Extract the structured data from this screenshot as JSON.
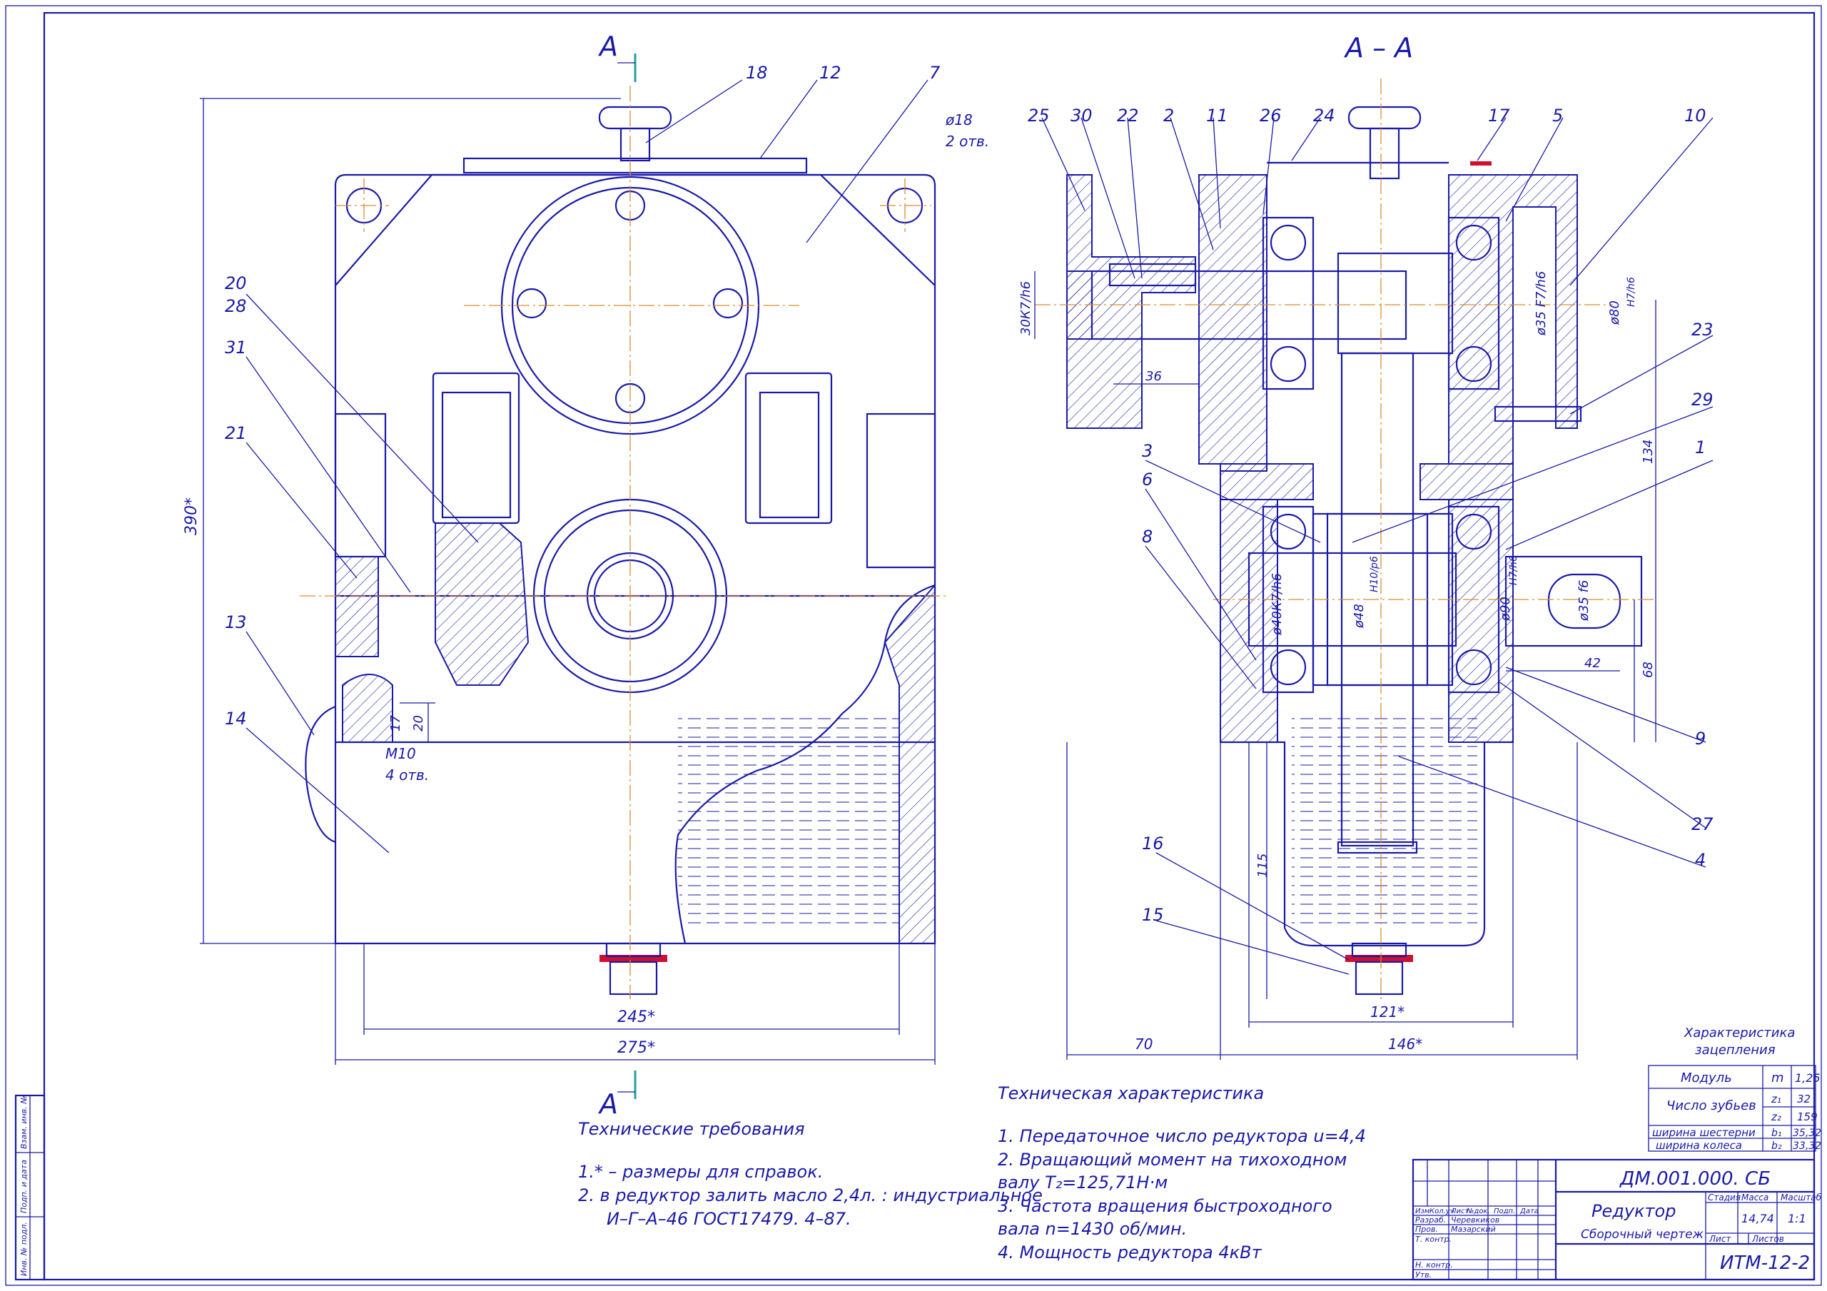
{
  "sections": {
    "cut_left_top": "А",
    "cut_left_bottom": "А",
    "section_title": "А – А"
  },
  "leaders_left": [
    "18",
    "12",
    "7",
    "20",
    "28",
    "31",
    "21",
    "13",
    "14"
  ],
  "leaders_right": [
    "25",
    "30",
    "22",
    "2",
    "11",
    "26",
    "24",
    "17",
    "5",
    "10",
    "23",
    "29",
    "1",
    "3",
    "6",
    "8",
    "9",
    "27",
    "4",
    "16",
    "15"
  ],
  "dims_left": {
    "hole_dia": "ø18",
    "hole_count": "2 отв.",
    "height": "390*",
    "thread": "M10",
    "thread_count": "4 отв.",
    "d17": "17",
    "d20": "20",
    "width_inner": "245*",
    "width_outer": "275*"
  },
  "dims_right": {
    "fit_30": "30К7/h6",
    "len_36": "36",
    "fit_35": "ø35 F7/h6",
    "fit_80": "ø80",
    "fit_80_frac": "H7/h6",
    "d134": "134",
    "fit_40": "ø40К7/h6",
    "fit_48": "ø48",
    "fit_48_frac": "H10/p6",
    "fit_90": "ø90",
    "fit_90_frac": "H7/h6",
    "fit_35b": "ø35 f6",
    "d42": "42",
    "d68": "68",
    "d115": "115",
    "d121": "121*",
    "d70": "70",
    "d146": "146*"
  },
  "mesh_table": {
    "title_line1": "Характеристика",
    "title_line2": "зацепления",
    "rows": [
      {
        "name": "Модуль",
        "sym": "m",
        "val": "1,25"
      },
      {
        "name": "Число зубьев",
        "sym": "z₁",
        "val": "32"
      },
      {
        "name": "",
        "sym": "z₂",
        "val": "159"
      },
      {
        "name": "ширина шестерни",
        "sym": "b₁",
        "val": "35,32"
      },
      {
        "name": "ширина колеса",
        "sym": "b₂",
        "val": "33,32"
      }
    ]
  },
  "tech_requirements": {
    "title": "Технические требования",
    "line1": "1.* –  размеры для справок.",
    "line2": "2. в   редуктор залить масло 2,4л. : индустриальное",
    "line3": "И–Г–А–46 ГОСТ17479. 4–87."
  },
  "tech_specs": {
    "title": "Техническая характеристика",
    "line1": "1. Передаточное число редуктора u=4,4",
    "line2": "2. Вращающий момент на тихоходном",
    "line3": "валу T₂=125,71Н·м",
    "line4": "3. Частота вращения быстроходного",
    "line5": "вала n=1430 об/мин.",
    "line6": "4. Мощность редуктора 4кВт"
  },
  "title_block": {
    "code": "ДМ.001.000. СБ",
    "name": "Редуктор",
    "subtitle": "Сборочный чертеж",
    "h_izm": "Изм",
    "h_kol": "Кол.уч",
    "h_list": "Лист",
    "h_doc": "№док.",
    "h_podp": "Подп.",
    "h_date": "Дата",
    "role_razrab": "Разраб.",
    "person_razrab": "Черевкиков",
    "role_prov": "Пров.",
    "person_prov": "Мазарский",
    "role_tkontr": "Т. контр.",
    "role_nkontr": "Н. контр.",
    "role_utv": "Утв.",
    "h_stadia": "Стадия",
    "h_massa": "Масса",
    "h_masshtab": "Масштаб",
    "massa": "14,74",
    "masshtab": "1:1",
    "h_sheet": "Лист",
    "h_sheets": "Листов",
    "group": "ИТМ-12-2"
  },
  "side_stamp": [
    "Инв. № подл.",
    "Подп. и дата",
    "Взам. инв. №"
  ]
}
